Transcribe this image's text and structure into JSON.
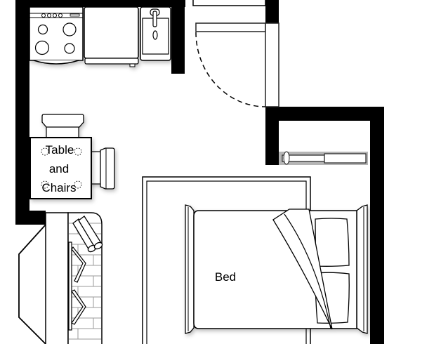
{
  "plan": {
    "labels": {
      "table_line1": "Table",
      "table_line2": "and",
      "table_line3": "Chairs",
      "bed": "Bed"
    },
    "colors": {
      "wall": "#000000",
      "fixture_fill": "#ffffff",
      "closet_rod": "#b5b5b5",
      "brick_line": "#9a9a9a"
    }
  }
}
